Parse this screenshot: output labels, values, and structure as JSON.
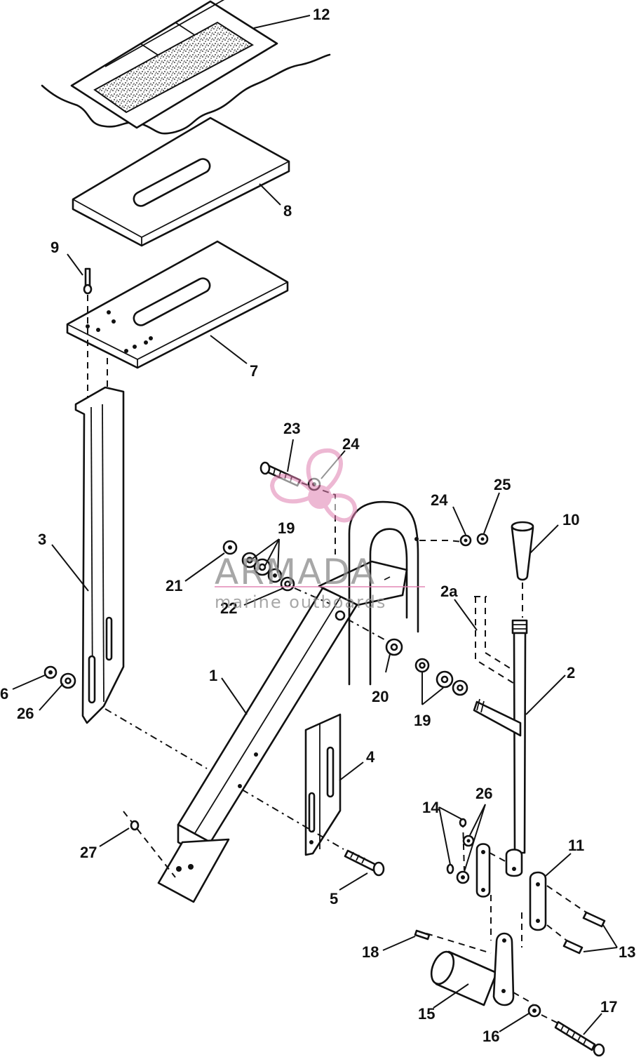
{
  "watermark": {
    "name": "ARMADA",
    "subtitle": "marine outboards",
    "accent_color": "#e07fb0"
  },
  "callouts": [
    {
      "id": "c12",
      "label": "12"
    },
    {
      "id": "c8",
      "label": "8"
    },
    {
      "id": "c9",
      "label": "9"
    },
    {
      "id": "c7",
      "label": "7"
    },
    {
      "id": "c23",
      "label": "23"
    },
    {
      "id": "c24a",
      "label": "24"
    },
    {
      "id": "c24b",
      "label": "24"
    },
    {
      "id": "c25",
      "label": "25"
    },
    {
      "id": "c10",
      "label": "10"
    },
    {
      "id": "c3",
      "label": "3"
    },
    {
      "id": "c19a",
      "label": "19"
    },
    {
      "id": "c21",
      "label": "21"
    },
    {
      "id": "c22",
      "label": "22"
    },
    {
      "id": "c2a",
      "label": "2a"
    },
    {
      "id": "c2",
      "label": "2"
    },
    {
      "id": "c1",
      "label": "1"
    },
    {
      "id": "c6",
      "label": "6"
    },
    {
      "id": "c26a",
      "label": "26"
    },
    {
      "id": "c20",
      "label": "20"
    },
    {
      "id": "c19b",
      "label": "19"
    },
    {
      "id": "c4",
      "label": "4"
    },
    {
      "id": "c14",
      "label": "14"
    },
    {
      "id": "c26b",
      "label": "26"
    },
    {
      "id": "c11",
      "label": "11"
    },
    {
      "id": "c27",
      "label": "27"
    },
    {
      "id": "c5",
      "label": "5"
    },
    {
      "id": "c13",
      "label": "13"
    },
    {
      "id": "c18",
      "label": "18"
    },
    {
      "id": "c15",
      "label": "15"
    },
    {
      "id": "c16",
      "label": "16"
    },
    {
      "id": "c17",
      "label": "17"
    }
  ]
}
